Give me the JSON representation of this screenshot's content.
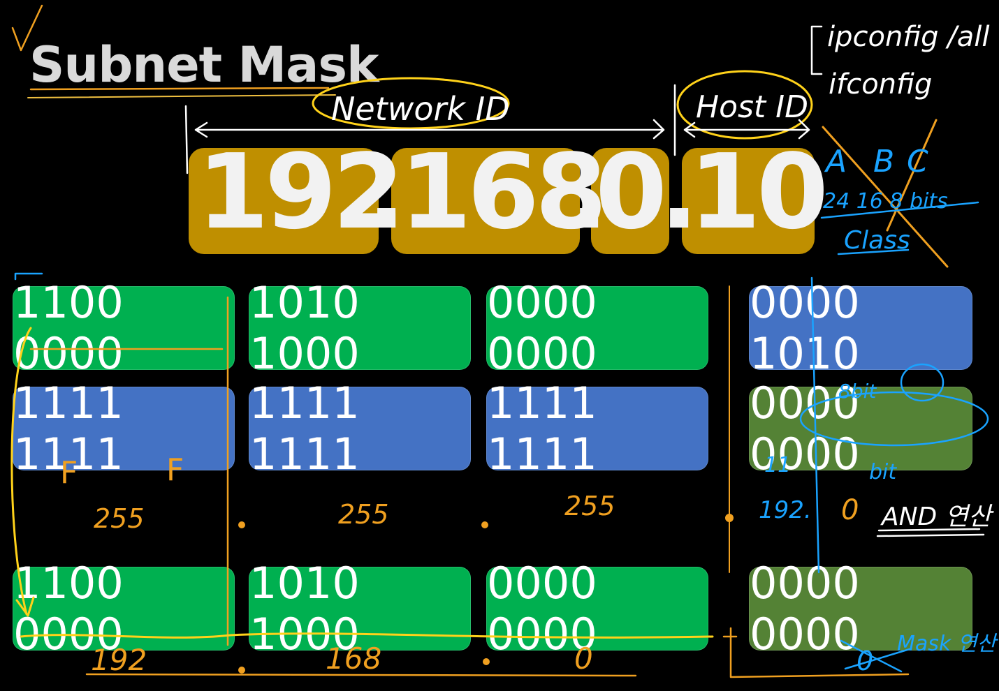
{
  "title": "Subnet Mask",
  "ip": {
    "octets": [
      "192",
      "168",
      "0",
      "10"
    ],
    "dot": "."
  },
  "rows": {
    "ip_binary": [
      "1100 0000",
      "1010 1000",
      "0000 0000",
      "0000 1010"
    ],
    "mask_binary": [
      "1111 1111",
      "1111 1111",
      "1111 1111",
      "0000 0000"
    ],
    "result_binary": [
      "1100 0000",
      "1010 1000",
      "0000 0000",
      "0000 0000"
    ]
  },
  "annotations": {
    "network_id": "Network ID",
    "host_id": "Host ID",
    "cmd1": "ipconfig /all",
    "cmd2": "ifconfig",
    "class_letters": [
      "A",
      "B",
      "C"
    ],
    "class_bits": "24  16  8 bits",
    "class_label": "Class",
    "hex_f1": "F",
    "hex_f2": "F",
    "dec_mask": [
      "255",
      "255",
      "255"
    ],
    "dec_result": [
      "192",
      "168",
      "0"
    ],
    "bit_note1": "8bit",
    "bit_note2": "bit",
    "num11": "11",
    "num192": "192.",
    "zero": "0",
    "and_op": "AND 연산",
    "mask_op": "Mask 연산",
    "zero_struck": "0"
  }
}
